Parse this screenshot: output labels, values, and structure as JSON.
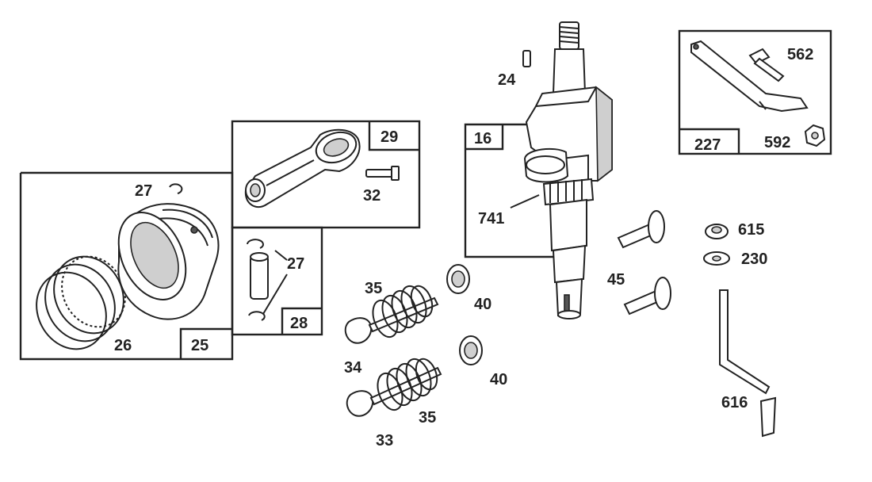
{
  "labels": {
    "p24": "24",
    "p16": "16",
    "p741": "741",
    "p29": "29",
    "p32": "32",
    "p27a": "27",
    "p27b": "27",
    "p26": "26",
    "p25": "25",
    "p28": "28",
    "p35a": "35",
    "p35b": "35",
    "p34": "34",
    "p33": "33",
    "p40a": "40",
    "p40b": "40",
    "p45": "45",
    "p227": "227",
    "p562": "562",
    "p592": "592",
    "p615": "615",
    "p230": "230",
    "p616": "616"
  }
}
